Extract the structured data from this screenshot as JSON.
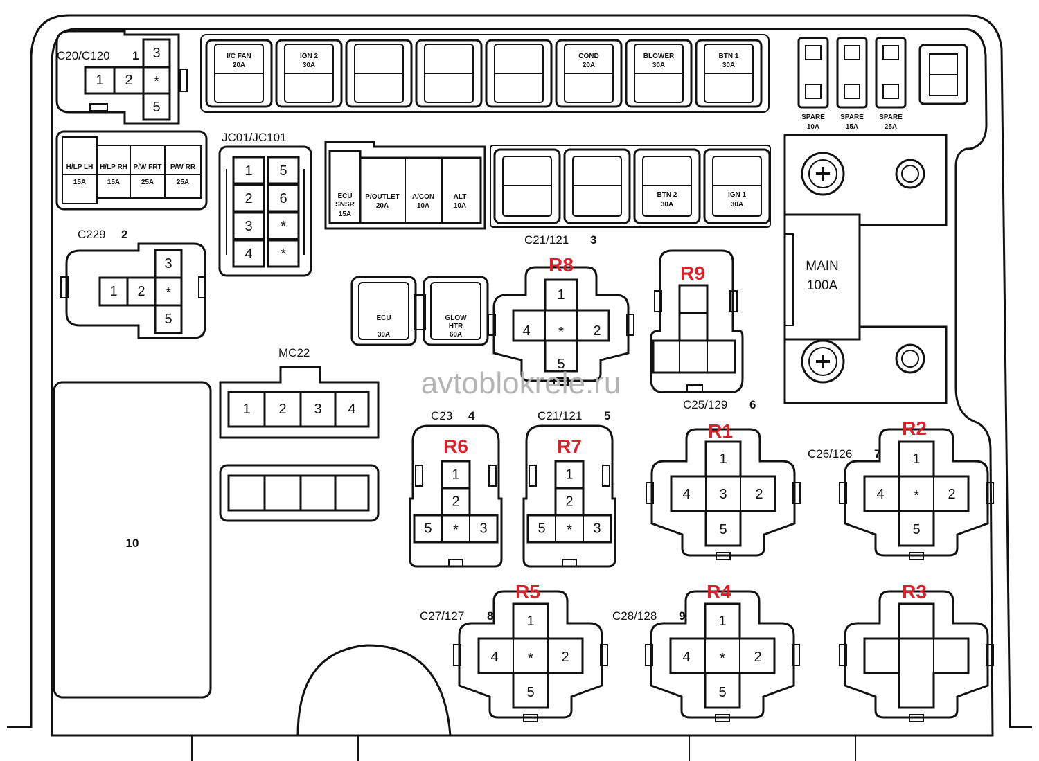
{
  "watermark": "avtoblokrele.ru",
  "colors": {
    "relay_label": "#d9212b",
    "line": "#111111"
  },
  "top_fuses": [
    {
      "name": "I/C FAN",
      "rating": "20A"
    },
    {
      "name": "IGN 2",
      "rating": "30A"
    },
    {
      "name": "",
      "rating": ""
    },
    {
      "name": "",
      "rating": ""
    },
    {
      "name": "",
      "rating": ""
    },
    {
      "name": "COND",
      "rating": "20A"
    },
    {
      "name": "BLOWER",
      "rating": "30A"
    },
    {
      "name": "BTN 1",
      "rating": "30A"
    }
  ],
  "spares": [
    {
      "name": "SPARE",
      "rating": "10A"
    },
    {
      "name": "SPARE",
      "rating": "15A"
    },
    {
      "name": "SPARE",
      "rating": "25A"
    }
  ],
  "left_fuses": [
    {
      "name": "H/LP LH",
      "rating": "15A"
    },
    {
      "name": "H/LP RH",
      "rating": "15A"
    },
    {
      "name": "P/W FRT",
      "rating": "25A"
    },
    {
      "name": "P/W RR",
      "rating": "25A"
    }
  ],
  "mini_fuses": {
    "ecu_snsr": {
      "name1": "ECU",
      "name2": "SNSR",
      "rating": "15A"
    },
    "items": [
      {
        "name": "P/OUTLET",
        "rating": "20A"
      },
      {
        "name": "A/CON",
        "rating": "10A"
      },
      {
        "name": "ALT",
        "rating": "10A"
      }
    ]
  },
  "mid_fuses": [
    {
      "name": "",
      "rating": ""
    },
    {
      "name": "",
      "rating": ""
    },
    {
      "name": "BTN 2",
      "rating": "30A"
    },
    {
      "name": "IGN 1",
      "rating": "30A"
    }
  ],
  "ecu_fuses": [
    {
      "name1": "ECU",
      "name2": "",
      "rating": "30A"
    },
    {
      "name1": "GLOW",
      "name2": "HTR",
      "rating": "60A"
    }
  ],
  "main_fuse": {
    "name": "MAIN",
    "rating": "100A"
  },
  "connectors": {
    "c20": {
      "label": "C20/C120",
      "num": "1",
      "pins": [
        "1",
        "2",
        "*",
        "3",
        "5"
      ]
    },
    "c229": {
      "label": "C229",
      "num": "2",
      "pins": [
        "1",
        "2",
        "*",
        "3",
        "5"
      ]
    },
    "jc01": {
      "label": "JC01/JC101",
      "pins": [
        "1",
        "5",
        "2",
        "6",
        "3",
        "*",
        "4",
        "*"
      ]
    },
    "mc22": {
      "label": "MC22",
      "pins": [
        "1",
        "2",
        "3",
        "4"
      ]
    },
    "area10": {
      "label": "10"
    }
  },
  "relays": {
    "r8": {
      "tag": "R8",
      "label": "C21/121",
      "num": "3",
      "pins": [
        "1",
        "4",
        "*",
        "2",
        "5"
      ]
    },
    "r9": {
      "tag": "R9"
    },
    "r6": {
      "tag": "R6",
      "label": "C23",
      "num": "4",
      "pins": [
        "1",
        "2",
        "5",
        "*",
        "3"
      ]
    },
    "r7": {
      "tag": "R7",
      "label": "C21/121",
      "num": "5",
      "pins": [
        "1",
        "2",
        "5",
        "*",
        "3"
      ]
    },
    "r1": {
      "tag": "R1",
      "label": "C25/129",
      "num": "6",
      "pins": [
        "1",
        "4",
        "3",
        "2",
        "5"
      ]
    },
    "r2": {
      "tag": "R2",
      "label": "C26/126",
      "num": "7",
      "pins": [
        "1",
        "4",
        "*",
        "2",
        "5"
      ]
    },
    "r5": {
      "tag": "R5",
      "label": "C27/127",
      "num": "8",
      "pins": [
        "1",
        "4",
        "*",
        "2",
        "5"
      ]
    },
    "r4": {
      "tag": "R4",
      "label": "C28/128",
      "num": "9",
      "pins": [
        "1",
        "4",
        "*",
        "2",
        "5"
      ]
    },
    "r3": {
      "tag": "R3"
    }
  }
}
